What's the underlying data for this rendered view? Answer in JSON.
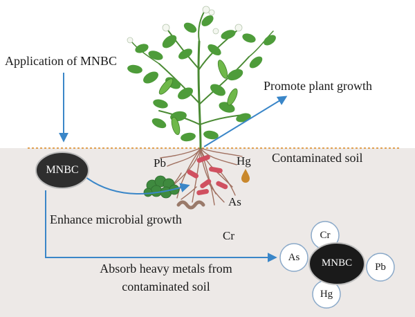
{
  "labels": {
    "application": "Application of MNBC",
    "promote": "Promote plant growth",
    "contaminated": "Contaminated soil",
    "enhance": "Enhance microbial growth",
    "absorb_line1": "Absorb heavy metals from",
    "absorb_line2": "contaminated soil"
  },
  "soil_metals": {
    "pb": "Pb",
    "hg": "Hg",
    "as": "As",
    "cr": "Cr"
  },
  "mnbc": {
    "source_label": "MNBC",
    "complex_label": "MNBC",
    "bound": {
      "cr": "Cr",
      "as": "As",
      "pb": "Pb",
      "hg": "Hg"
    }
  },
  "colors": {
    "background": "#ffffff",
    "soil_background": "#ede9e7",
    "arrow_blue": "#3a86c8",
    "soil_line": "#e0a050",
    "mnbc_fill": "#2e2e2e",
    "leaf_green": "#4e9c3a",
    "root_brown": "#a07060",
    "bacteria_red": "#d05060",
    "microbe_cluster": "#3f8a3f",
    "worm_brown": "#9a7a6a",
    "hg_drop": "#c9882c",
    "metal_circle_border": "#8aa9c9"
  }
}
